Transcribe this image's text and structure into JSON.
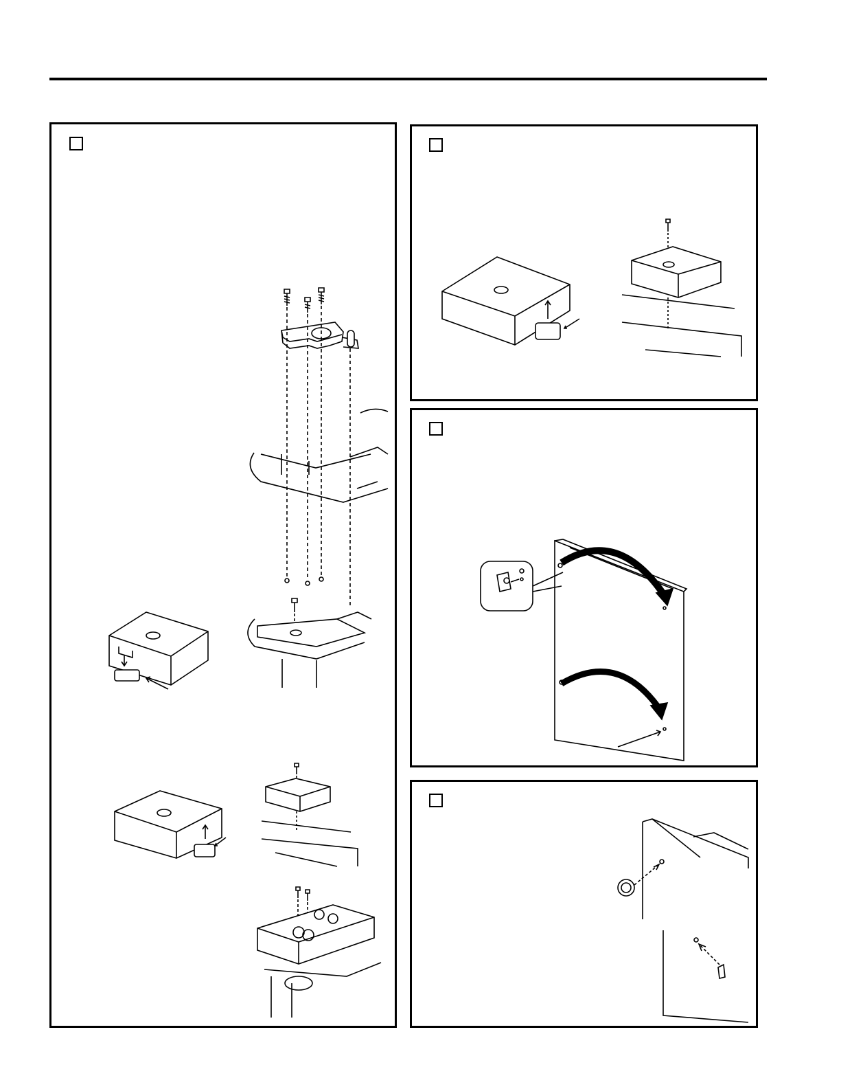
{
  "page": {
    "header_rule": "divider",
    "panels": [
      {
        "id": "left",
        "step_label": "",
        "figures": [
          "hinge-plate-screws",
          "top-hinge-cover-remove",
          "top-hinge-cover-install",
          "hinge-cover-two-screws"
        ]
      },
      {
        "id": "right-top",
        "step_label": "",
        "figures": [
          "hinge-cover-install"
        ]
      },
      {
        "id": "right-middle",
        "step_label": "",
        "figures": [
          "door-stop-swap"
        ]
      },
      {
        "id": "right-bottom",
        "step_label": "",
        "figures": [
          "plug-hole-install"
        ]
      }
    ],
    "icons": [
      "screw-icon",
      "arrow-icon",
      "hinge-cover-icon",
      "door-icon",
      "plug-icon"
    ]
  }
}
